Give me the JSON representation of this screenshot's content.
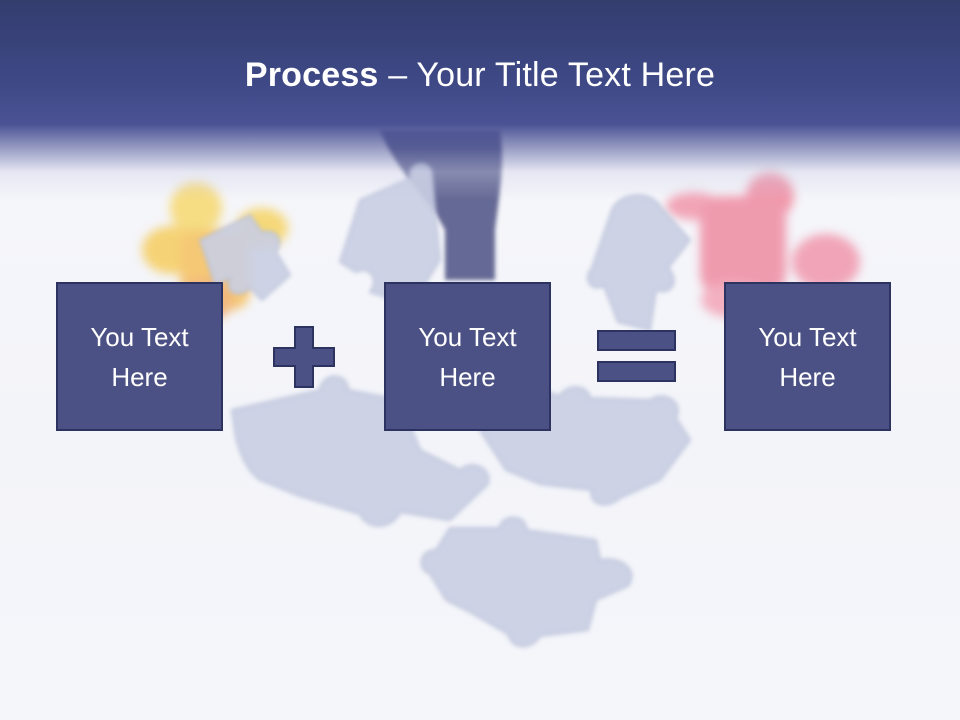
{
  "title": {
    "bold": "Process",
    "rest": " – Your Title Text Here"
  },
  "boxes": [
    {
      "line1": "You Text",
      "line2": "Here"
    },
    {
      "line1": "You Text",
      "line2": "Here"
    },
    {
      "line1": "You Text",
      "line2": "Here"
    }
  ],
  "operators": [
    "plus-icon",
    "equals-icon"
  ],
  "colors": {
    "banner": "#3e4885",
    "box_fill": "#4b5184",
    "box_border": "#2c3360",
    "text": "#ffffff",
    "background": "#f4f5fa"
  }
}
